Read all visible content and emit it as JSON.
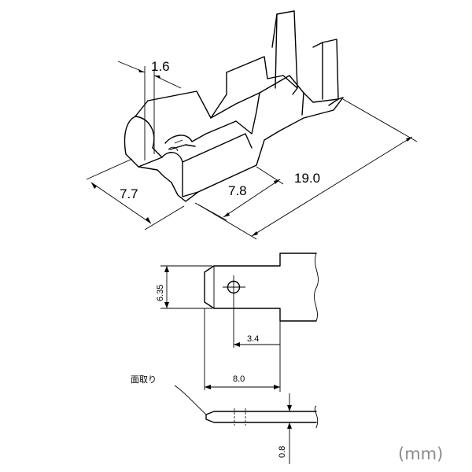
{
  "dimensions": {
    "thickness_top": "1.6",
    "width": "7.7",
    "length_front": "7.8",
    "length_total": "19.0",
    "height_tab": "6.35",
    "hole_offset": "3.4",
    "tab_length": "8.0",
    "tab_thickness": "0.8"
  },
  "labels": {
    "chamfer": "面取り",
    "unit": "(mm)"
  },
  "colors": {
    "line": "#000000",
    "unit_text": "#8a8a8a"
  }
}
